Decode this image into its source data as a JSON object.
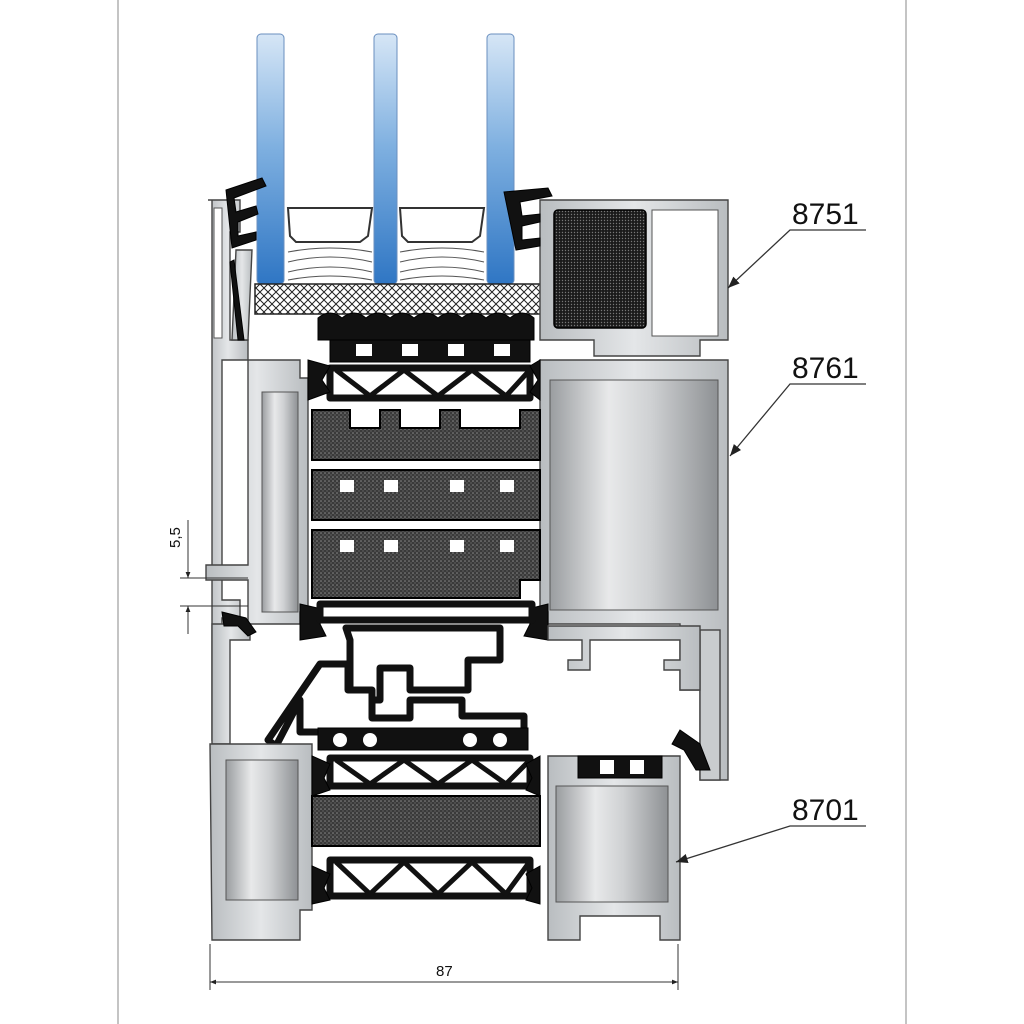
{
  "callouts": {
    "top_frame": "8751",
    "sash": "8761",
    "bottom_frame": "8701"
  },
  "dimensions": {
    "overall_width": "87",
    "step_height": "5,5"
  },
  "colors": {
    "aluminium": "#c9ccce",
    "glass": "#4f8fd0",
    "gasket": "#111111",
    "insulation_foam": "#555555"
  }
}
